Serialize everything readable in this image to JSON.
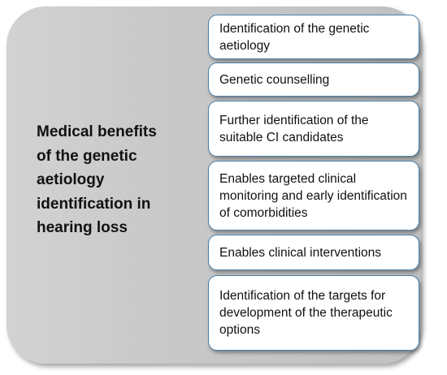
{
  "main_label": {
    "lines": [
      "Medical benefits",
      "of the genetic",
      "aetiology",
      "identification in",
      "hearing loss"
    ]
  },
  "benefits": [
    {
      "text": "Identification of the genetic aetiology"
    },
    {
      "text": "Genetic counselling"
    },
    {
      "text": "Further identification of the suitable CI candidates"
    },
    {
      "text": "Enables targeted clinical monitoring and early identification of comorbidities"
    },
    {
      "text": "Enables clinical interventions"
    },
    {
      "text": "Identification of the targets for development of the therapeutic options"
    }
  ],
  "colors": {
    "panel_fill": "#c8c8c8",
    "box_border": "#4a7fa8",
    "box_fill": "#ffffff",
    "text": "#111111"
  }
}
